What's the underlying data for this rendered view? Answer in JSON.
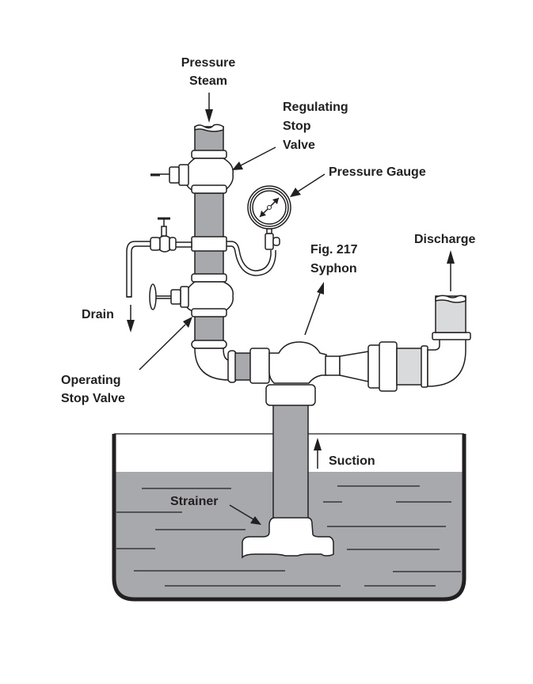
{
  "figure": {
    "title": "Fig. 217 Syphon installation",
    "colors": {
      "line": "#231f20",
      "pipe": "#a7a9ac",
      "pipe_light": "#d9dadb",
      "liquid": "#a7a9ac",
      "background": "#ffffff"
    },
    "labels": {
      "pressure_steam_1": "Pressure",
      "pressure_steam_2": "Steam",
      "regulating_1": "Regulating",
      "regulating_2": "Stop",
      "regulating_3": "Valve",
      "pressure_gauge": "Pressure Gauge",
      "syphon_1": "Fig. 217",
      "syphon_2": "Syphon",
      "discharge": "Discharge",
      "drain": "Drain",
      "operating_1": "Operating",
      "operating_2": "Stop Valve",
      "suction": "Suction",
      "strainer": "Strainer"
    }
  }
}
